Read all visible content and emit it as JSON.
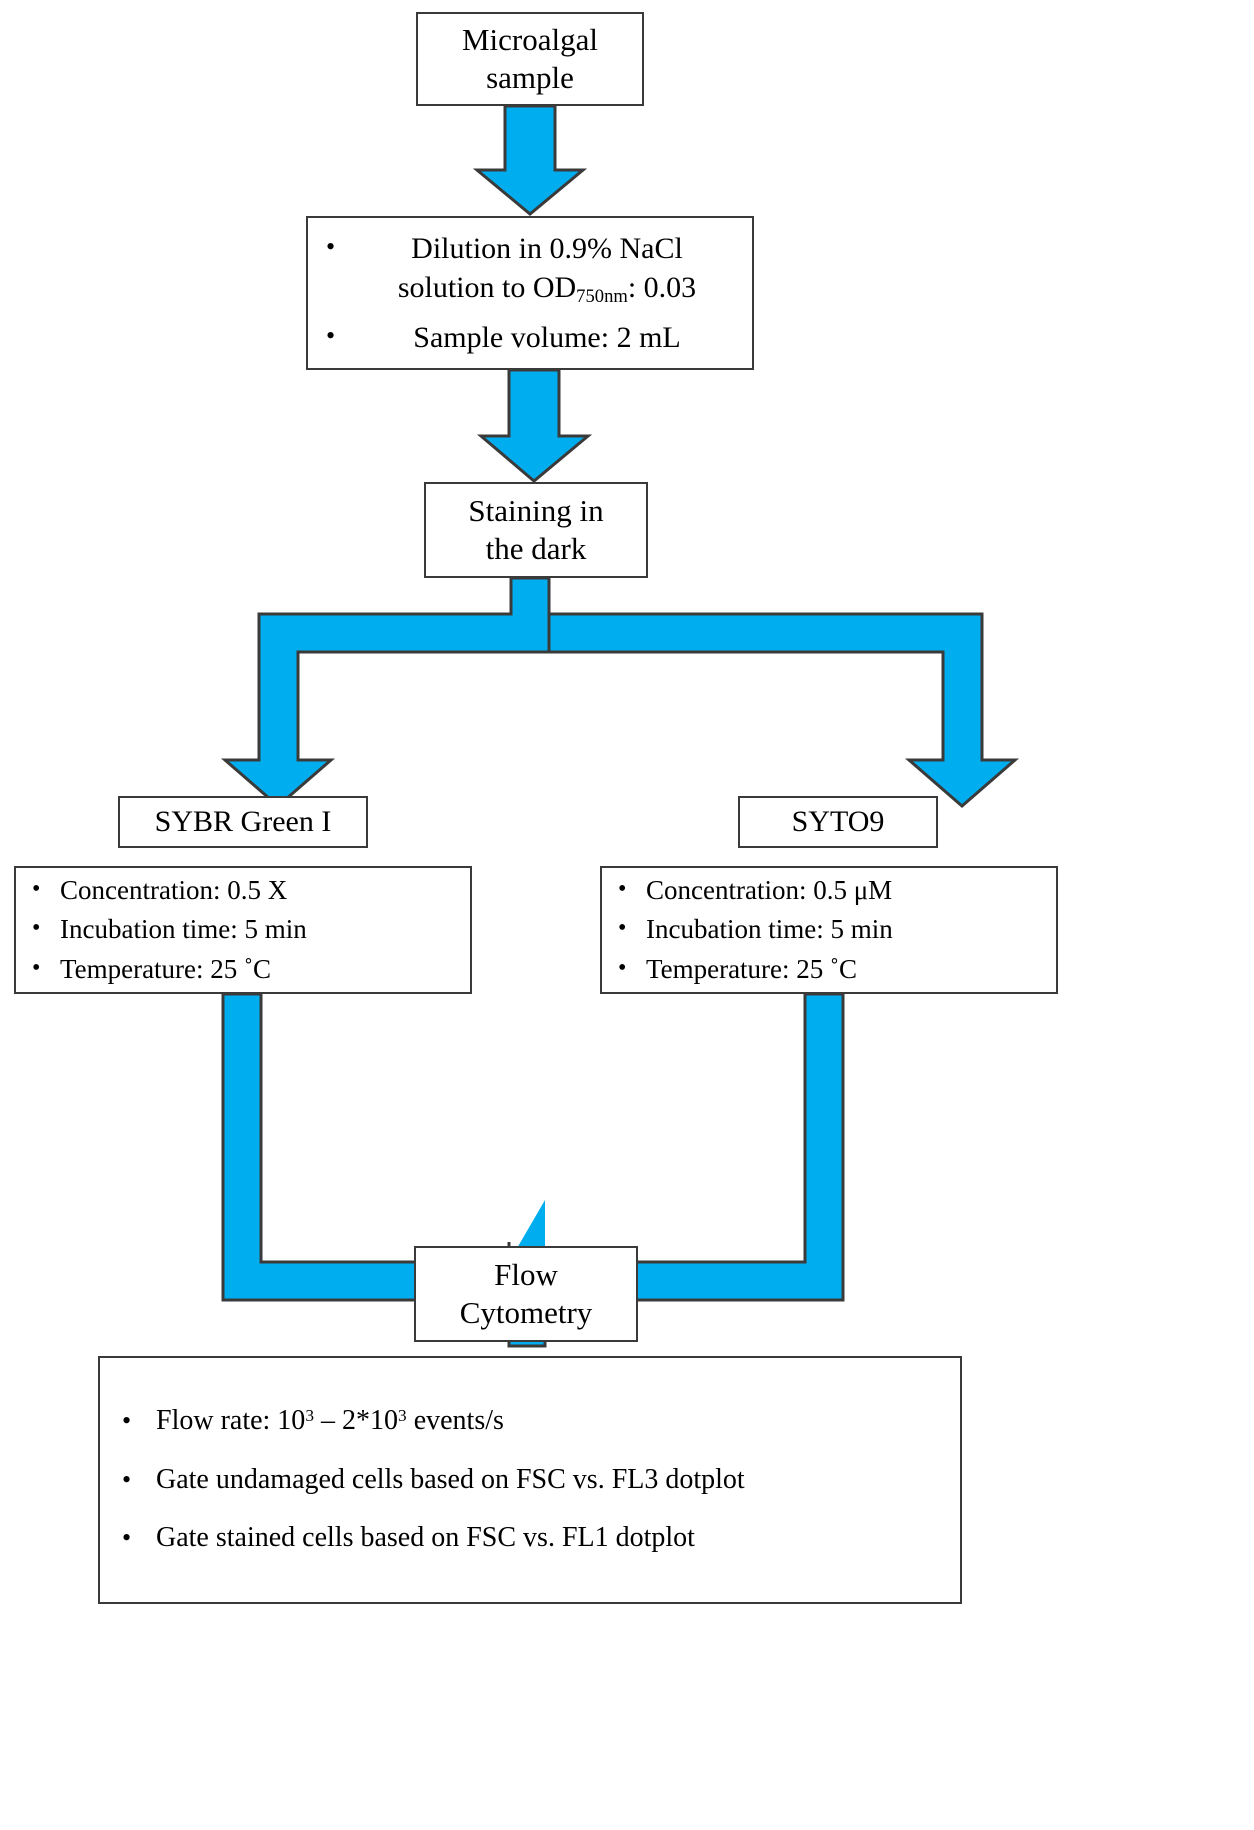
{
  "diagram": {
    "title": "Microalgal flow cytometry staining workflow",
    "accent_color": "#00AEEF",
    "arrow_outline_color": "#3a3a3a",
    "box_border_color": "#3a3a3a",
    "background_color": "#ffffff"
  },
  "nodes": {
    "microalgal_sample": {
      "line1": "Microalgal",
      "line2": "sample"
    },
    "staining": {
      "line1": "Staining in",
      "line2": "the dark"
    },
    "sybr_label": {
      "line1": "SYBR Green I"
    },
    "syto_label": {
      "line1": "SYTO9"
    },
    "flow_cytometry": {
      "line1": "Flow",
      "line2": "Cytometry"
    }
  },
  "dilution_box": {
    "bullet_glyph": "•",
    "items": [
      {
        "pre": "Dilution in 0.9% NaCl",
        "line2_pre": "solution to OD",
        "sub": "750nm",
        "line2_post": ": 0.03"
      },
      {
        "pre": "Sample volume: 2 mL"
      }
    ]
  },
  "sybr_detail": {
    "bullet_glyph": "•",
    "items": [
      "Concentration: 0.5 X",
      "Incubation time: 5 min",
      "Temperature: 25 ˚C"
    ]
  },
  "syto_detail": {
    "bullet_glyph": "•",
    "items": [
      "Concentration: 0.5 μM",
      "Incubation time: 5 min",
      "Temperature: 25 ˚C"
    ]
  },
  "flow_detail": {
    "bullet_glyph": "•",
    "items": [
      {
        "pre": "Flow rate: 10",
        "sup1": "3",
        "mid": " – 2*10",
        "sup2": "3",
        "post": " events/s"
      },
      {
        "pre": "Gate undamaged cells based on FSC vs. FL3 dotplot"
      },
      {
        "pre": "Gate stained cells based on FSC vs. FL1 dotplot"
      }
    ]
  },
  "arrows": [
    {
      "name": "arrow-sample-to-dilution",
      "kind": "down-arrow"
    },
    {
      "name": "arrow-dilution-to-staining",
      "kind": "down-arrow"
    },
    {
      "name": "arrow-staining-split-left",
      "kind": "split-down-arrow"
    },
    {
      "name": "arrow-staining-split-right",
      "kind": "split-down-arrow"
    },
    {
      "name": "arrow-merge-to-flow",
      "kind": "merge-down-arrow"
    }
  ]
}
